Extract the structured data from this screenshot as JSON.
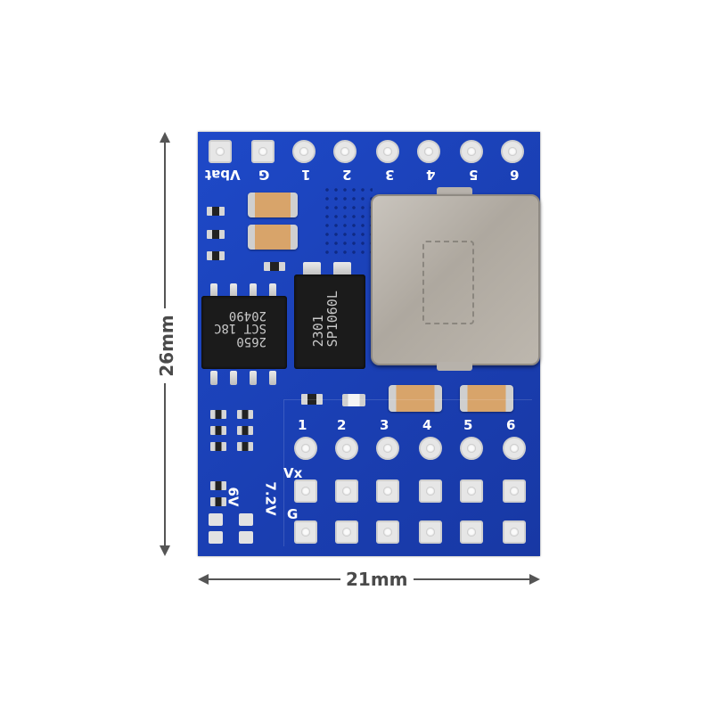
{
  "dimensions": {
    "height_label": "26mm",
    "width_label": "21mm"
  },
  "board": {
    "top_header_labels": [
      "Vbat",
      "G",
      "1",
      "2",
      "3",
      "4",
      "5",
      "6"
    ],
    "bottom_header_labels": [
      "1",
      "2",
      "3",
      "4",
      "5",
      "6"
    ],
    "row_label_vx": "Vx",
    "row_label_g": "G",
    "jumper_label_6v": "6V",
    "jumper_label_7v2": "7.2V",
    "ic1_marking": "2650\nSCT 18C\n20490",
    "ic2_marking": "2301\nSP1060L",
    "colors": {
      "pcb": "#1a3fb3",
      "pad": "#e6e6e6",
      "inductor": "#bdb7ae",
      "capacitor": "#d8a46a"
    }
  }
}
